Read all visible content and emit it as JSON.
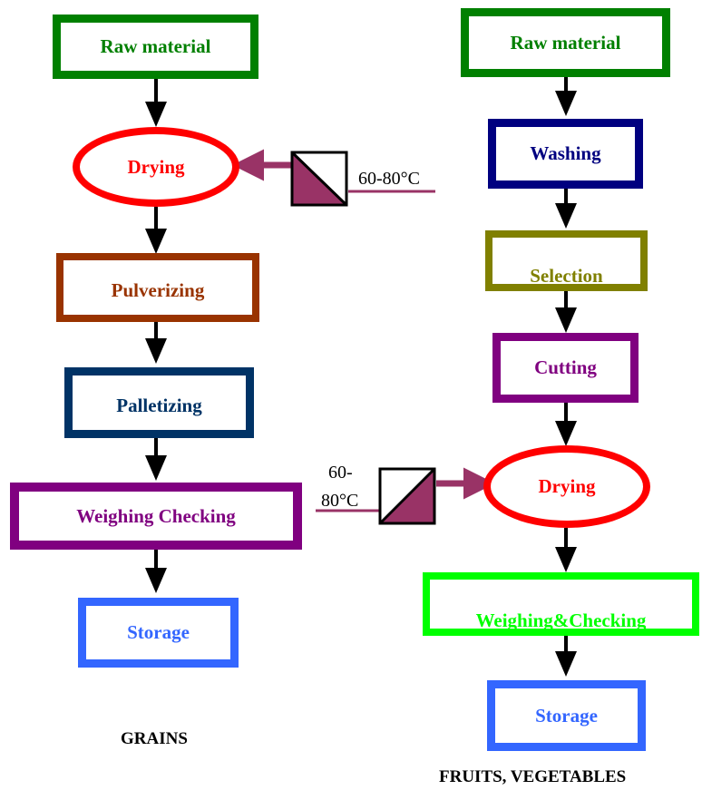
{
  "grains": {
    "steps": [
      "Raw material",
      "Drying",
      "Pulverizing",
      "Palletizing",
      "Weighing Checking",
      "Storage"
    ],
    "temperature": "60-80°C",
    "caption": "GRAINS"
  },
  "fruits_vegetables": {
    "steps": [
      "Raw material",
      "Washing",
      "Selection",
      "Cutting",
      "Drying",
      "Weighing&Checking",
      "Storage"
    ],
    "temperature_line1": "60-",
    "temperature_line2": "80°C",
    "caption": "FRUITS, VEGETABLES"
  },
  "colors": {
    "raw_material": "#008000",
    "drying": "#ff0000",
    "pulverizing": "#993300",
    "palletizing": "#003366",
    "weighing": "#800080",
    "storage": "#3366ff",
    "washing": "#000080",
    "selection": "#808000",
    "cutting": "#800080",
    "weighing_checking_fv": "#00ff00",
    "heater": "#993366",
    "arrow": "#000000"
  }
}
